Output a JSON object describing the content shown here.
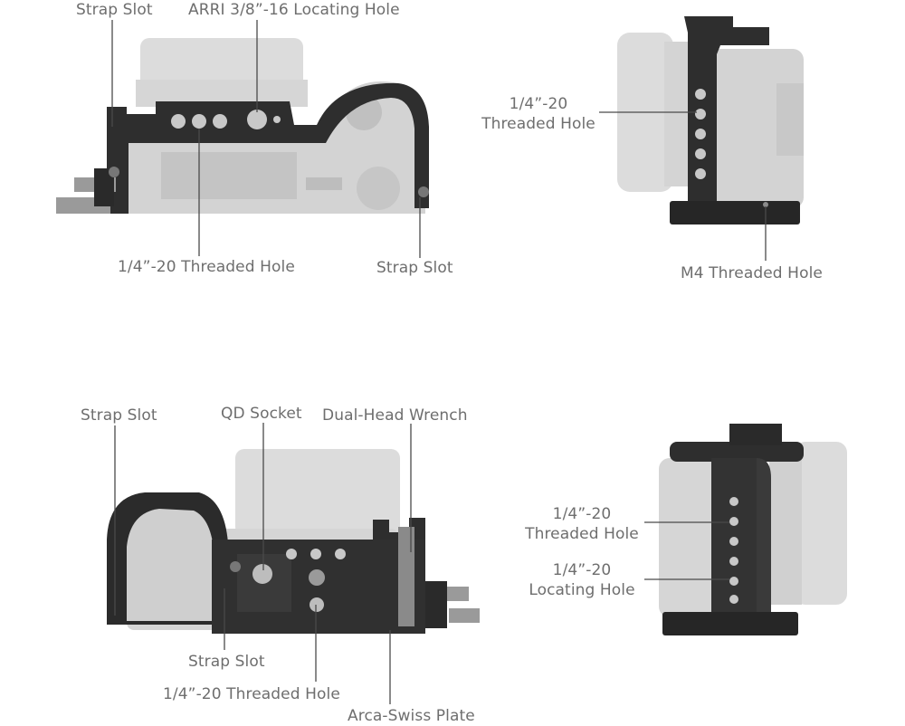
{
  "labels": {
    "top_left": {
      "strap_slot_left": "Strap Slot",
      "arri_hole": "ARRI 3/8”-16 Locating Hole",
      "threaded_hole": "1/4”-20 Threaded Hole",
      "strap_slot_right": "Strap Slot"
    },
    "top_right": {
      "threaded_line1": "1/4”-20",
      "threaded_line2": "Threaded Hole",
      "m4_hole": "M4 Threaded Hole"
    },
    "bottom_left": {
      "strap_slot_top": "Strap Slot",
      "qd_socket": "QD Socket",
      "wrench": "Dual-Head Wrench",
      "strap_slot_bottom": "Strap Slot",
      "threaded_hole": "1/4”-20 Threaded Hole",
      "arca_plate": "Arca-Swiss Plate"
    },
    "bottom_right": {
      "threaded_line1": "1/4”-20",
      "threaded_line2": "Threaded Hole",
      "locating_line1": "1/4”-20",
      "locating_line2": "Locating Hole"
    }
  },
  "colors": {
    "camera_body": "#d2d2d2",
    "cage_metal": "#2b2b2b",
    "leader_line": "#4a4a4a",
    "label_text": "#6e6e6e"
  }
}
